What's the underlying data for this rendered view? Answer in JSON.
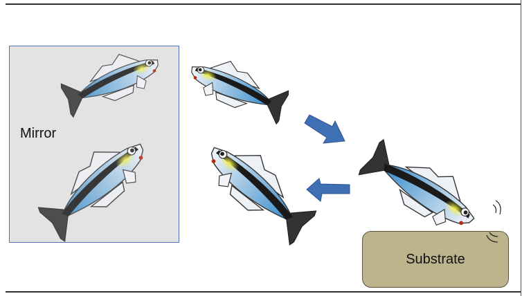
{
  "labels": {
    "mirror": "Mirror",
    "substrate": "Substrate"
  },
  "colors": {
    "mirror_fill": "#e3e3e3",
    "mirror_border": "#4a74c0",
    "substrate_fill": "#bdb48e",
    "arrow_fill": "#3f6fb5",
    "fish_stripe": "#111111",
    "fish_body_blue": "#5a9fd0",
    "fish_yellow": "#f2ef60",
    "fish_lure_red": "#b52a10"
  },
  "elements": {
    "fish": [
      {
        "id": "mirror-fish-top",
        "facing": "right",
        "context": "mirror reflection"
      },
      {
        "id": "mirror-fish-bottom",
        "facing": "right",
        "context": "mirror reflection"
      },
      {
        "id": "fish-top",
        "facing": "left",
        "context": "fish facing mirror"
      },
      {
        "id": "fish-bottom",
        "facing": "left",
        "context": "fish facing mirror"
      },
      {
        "id": "fish-substrate",
        "facing": "right-down",
        "context": "fish striking substrate"
      }
    ],
    "arrows": [
      {
        "id": "arrow-to-substrate",
        "direction": "down-right"
      },
      {
        "id": "arrow-to-mirror",
        "direction": "left"
      }
    ]
  }
}
